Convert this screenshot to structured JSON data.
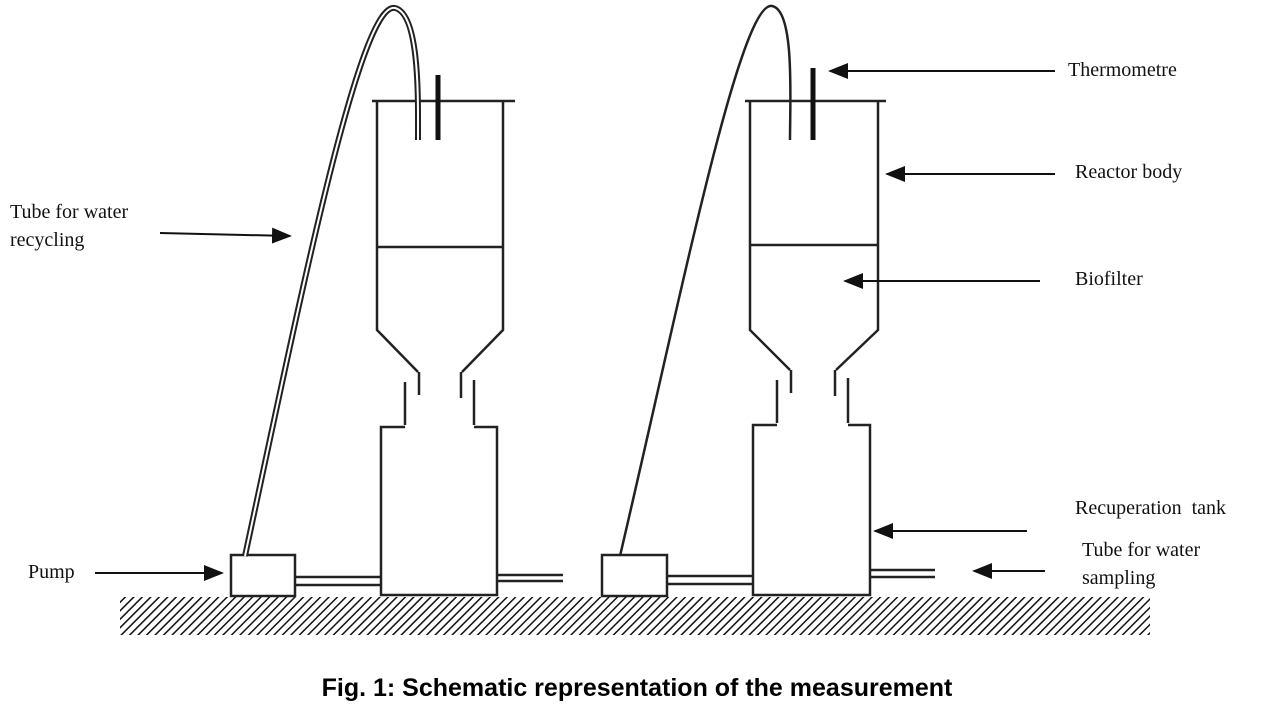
{
  "labels": {
    "thermometre": "Thermometre",
    "reactor_body": "Reactor body",
    "biofilter": "Biofilter",
    "recuperation_tank": "Recuperation  tank",
    "tube_sampling_1": "Tube for water",
    "tube_sampling_2": "sampling",
    "tube_recycling_1": "Tube for water",
    "tube_recycling_2": "recycling",
    "pump": "Pump"
  },
  "caption": "Fig. 1: Schematic representation of the measurement"
}
